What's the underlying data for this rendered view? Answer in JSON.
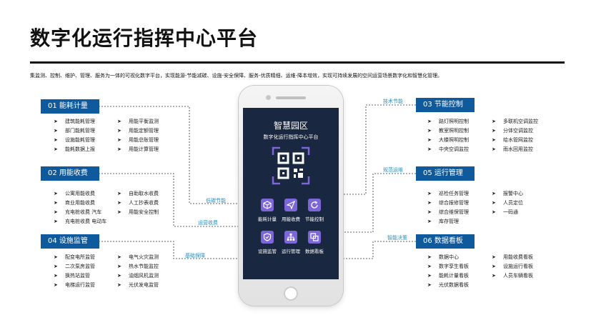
{
  "title": "数字化运行指挥中心平台",
  "description": "集监测、控制、维护、管理、服务为一体的可视化数字平台，实现能源-节能减碳、设施-安全保障、服务-优质精细、运维-降本增效，实现可持续发展的空间运营场景数字化和智慧化管理。",
  "modules": {
    "m01": {
      "header": "01  能耗计量",
      "col1": [
        "建筑能耗管理",
        "部门能耗管理",
        "设施能耗管理",
        "能耗数据上报"
      ],
      "col2": [
        "用能平衡监测",
        "用能定额管理",
        "用能总账管理",
        "用能计算管理"
      ]
    },
    "m02": {
      "header": "02  用能收费",
      "col1": [
        "公寓用能收费",
        "商业用能收费",
        "充电桩收费 汽车",
        "充电桩收费 电动车"
      ],
      "col2": [
        "自助取水收费",
        "人工抄表收费",
        "用能安全控制"
      ]
    },
    "m04": {
      "header": "04  设施监管",
      "col1": [
        "配变电所监管",
        "二次泵房监管",
        "换热站监管",
        "电梯运行监管"
      ],
      "col2": [
        "电气火灾监测",
        "热水节能监控",
        "油烟风机监测",
        "光伏发电监管"
      ]
    },
    "m03": {
      "header": "03  节能控制",
      "col1": [
        "路灯照明控制",
        "教室照明控制",
        "大楼照明控制",
        "中央空调监控"
      ],
      "col2": [
        "多联机空调监控",
        "分体空调监控",
        "给水管网监控",
        "雨水回用监控"
      ]
    },
    "m05": {
      "header": "05  运行管理",
      "col1": [
        "巡检任务管理",
        "综合报修管理",
        "综合维保管理",
        "库存管理"
      ],
      "col2": [
        "报警中心",
        "人员定位",
        "一码通"
      ]
    },
    "m06": {
      "header": "06  数据看板",
      "col1": [
        "数据中心",
        "数字孪生看板",
        "能耗计量看板",
        "光伏数据看板"
      ],
      "col2": [
        "用能收费看板",
        "设施运行看板",
        "人员车辆看板"
      ]
    }
  },
  "connector_labels": {
    "low_carbon": "低碳节能",
    "tech_saving": "技术节能",
    "op_fee": "运营收费",
    "standard_ops": "规范运维",
    "basic_guarantee": "基础保障",
    "smart_decision": "智能决策"
  },
  "phone": {
    "app_title": "智慧园区",
    "app_subtitle": "数字化运行指挥中心平台",
    "apps": [
      "能耗计量",
      "用能收费",
      "节能控制",
      "设施监管",
      "运行管理",
      "数据看板"
    ]
  },
  "colors": {
    "header_bg": "#0f5a9c",
    "screen_bg": "#1a2740",
    "app_icon": "#7c66d8",
    "label": "#2a8fc0"
  }
}
